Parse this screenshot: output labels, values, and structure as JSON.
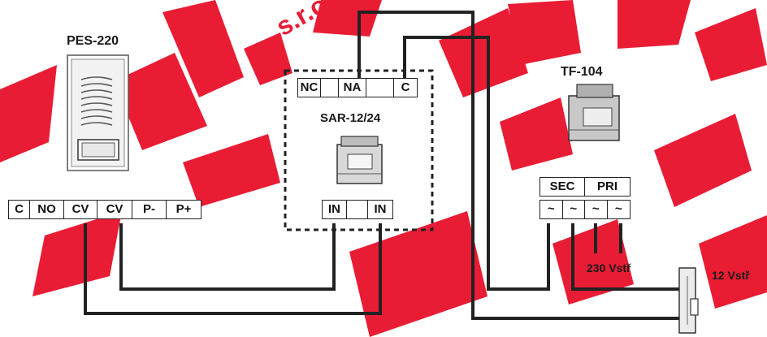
{
  "watermark": {
    "text": "s.r.o.",
    "color": "#e8102a"
  },
  "colors": {
    "wire": "#222222",
    "watermark": "#e8102a"
  },
  "devices": {
    "pes": {
      "title": "PES-220",
      "terminals": [
        "C",
        "NO",
        "CV",
        "CV",
        "P-",
        "P+"
      ]
    },
    "sar": {
      "title": "SAR-12/24",
      "top_terminals": [
        "NC",
        "",
        "NA",
        "",
        "C"
      ],
      "bottom_terminals": [
        "IN",
        "",
        "IN"
      ]
    },
    "tf": {
      "title": "TF-104",
      "header": [
        "SEC",
        "PRI"
      ],
      "terminals": [
        "~",
        "~",
        "~",
        "~"
      ]
    }
  },
  "labels": {
    "mains": "230 Vstř",
    "lock": "12 Vstř"
  }
}
